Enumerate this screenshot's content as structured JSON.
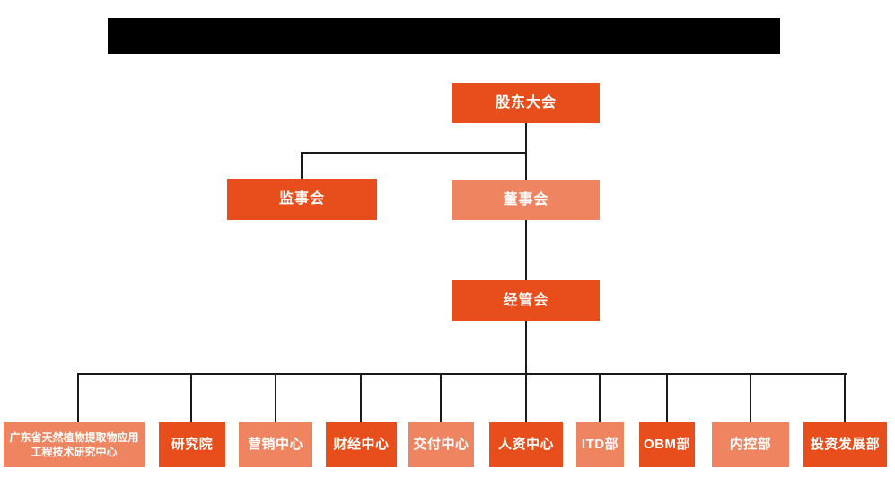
{
  "org": {
    "title_redacted": "",
    "root": {
      "label": "股东大会"
    },
    "level2": [
      {
        "label": "监事会"
      },
      {
        "label": "董事会"
      }
    ],
    "level3": {
      "label": "经管会"
    },
    "departments": [
      {
        "label": "广东省天然植物提取物应用工程技术研究中心"
      },
      {
        "label": "研究院"
      },
      {
        "label": "营销中心"
      },
      {
        "label": "财经中心"
      },
      {
        "label": "交付中心"
      },
      {
        "label": "人资中心"
      },
      {
        "label": "ITD部"
      },
      {
        "label": "OBM部"
      },
      {
        "label": "内控部"
      },
      {
        "label": "投资发展部"
      }
    ]
  },
  "colors": {
    "primary_orange": "#E84E1B",
    "secondary_orange": "#EF8560",
    "connector_line": "#1A1A1A",
    "redacted_bar": "#000000",
    "text": "#FFFFFF",
    "background": "#FFFFFF"
  }
}
